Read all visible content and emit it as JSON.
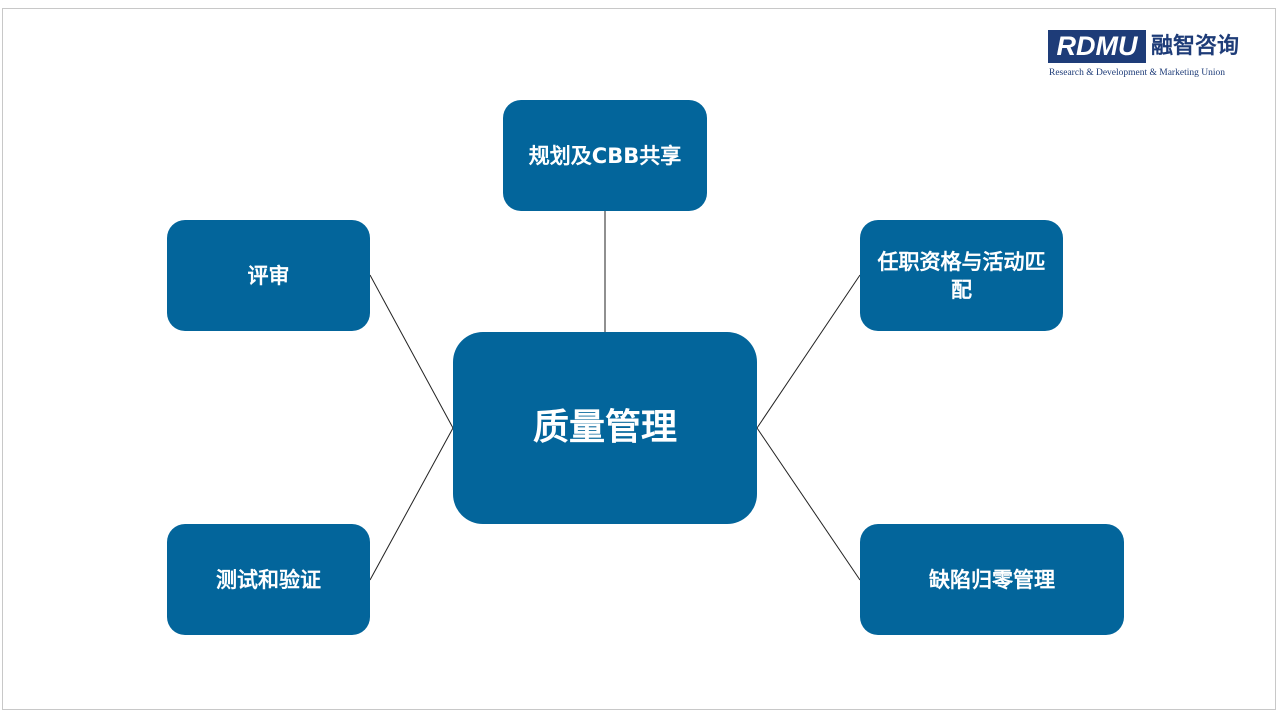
{
  "logo": {
    "abbr": "RDMU",
    "chinese": "融智咨询",
    "tagline": "Research & Development & Marketing Union"
  },
  "diagram": {
    "center": "质量管理",
    "nodes": {
      "top": "规划及CBB共享",
      "upper_left": "评审",
      "upper_right": "任职资格与活动匹配",
      "lower_left": "测试和验证",
      "lower_right": "缺陷归零管理"
    }
  },
  "colors": {
    "node_fill": "#03659b",
    "logo_navy": "#1e3c78",
    "connector": "#222222"
  }
}
